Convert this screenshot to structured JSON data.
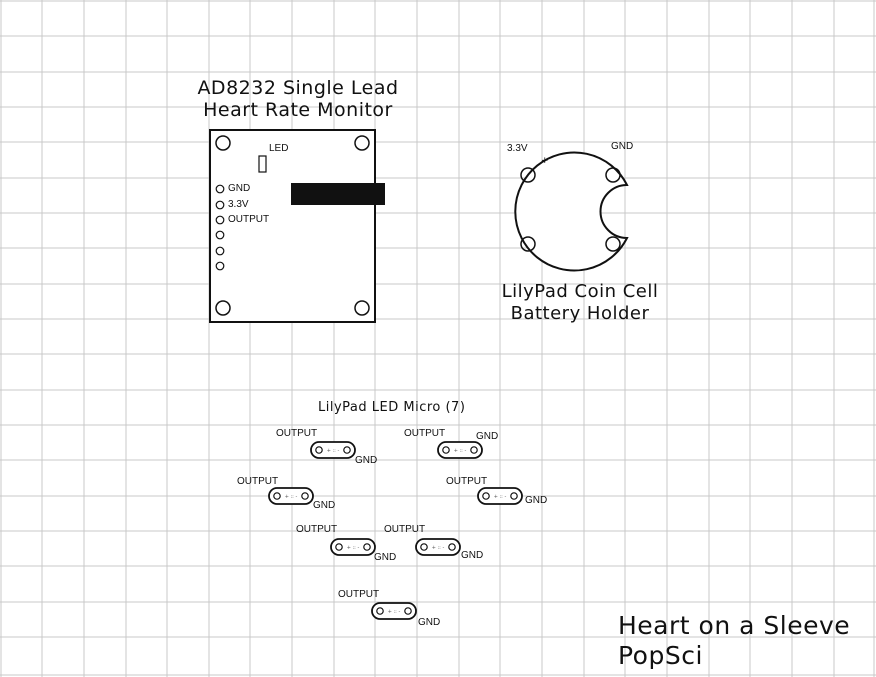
{
  "ecg_module": {
    "title_line1": "AD8232 Single Lead",
    "title_line2": "Heart Rate Monitor",
    "led_label": "LED",
    "pins": [
      "GND",
      "3.3V",
      "OUTPUT"
    ]
  },
  "battery_holder": {
    "plus_label": "3.3V",
    "minus_label": "GND",
    "title_line1": "LilyPad Coin Cell",
    "title_line2": "Battery Holder"
  },
  "leds": {
    "title": "LilyPad LED Micro (7)",
    "output_label": "OUTPUT",
    "gnd_label": "GND"
  },
  "credits": {
    "line1": "Heart on a Sleeve",
    "line2": "PopSci"
  }
}
